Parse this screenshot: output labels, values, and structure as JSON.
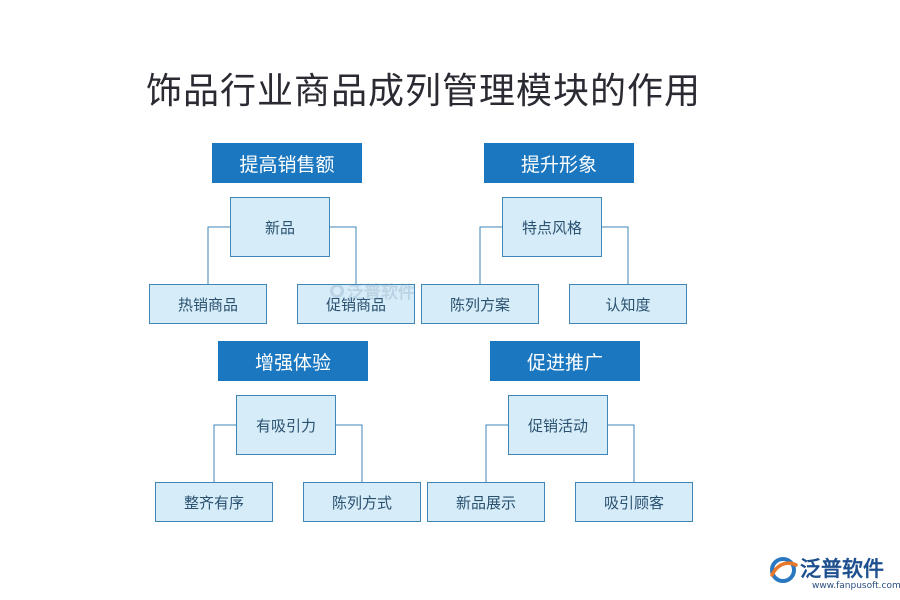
{
  "title": "饰品行业商品成列管理模块的作用",
  "colors": {
    "header_bg": "#1b77bf",
    "node_bg": "#d6ecf8",
    "node_border": "#3f86b7",
    "line": "#3f86b7"
  },
  "groups": [
    {
      "header": "提高销售额",
      "root": "新品",
      "leaves": [
        "热销商品",
        "促销商品"
      ]
    },
    {
      "header": "提升形象",
      "root": "特点风格",
      "leaves": [
        "陈列方案",
        "认知度"
      ]
    },
    {
      "header": "增强体验",
      "root": "有吸引力",
      "leaves": [
        "整齐有序",
        "陈列方式"
      ]
    },
    {
      "header": "促进推广",
      "root": "促销活动",
      "leaves": [
        "新品展示",
        "吸引顾客"
      ]
    }
  ],
  "watermark": "泛普软件",
  "logo": {
    "name": "泛普软件",
    "url": "www.fanpusoft.com",
    "icon": "fanpu-logo-icon"
  }
}
